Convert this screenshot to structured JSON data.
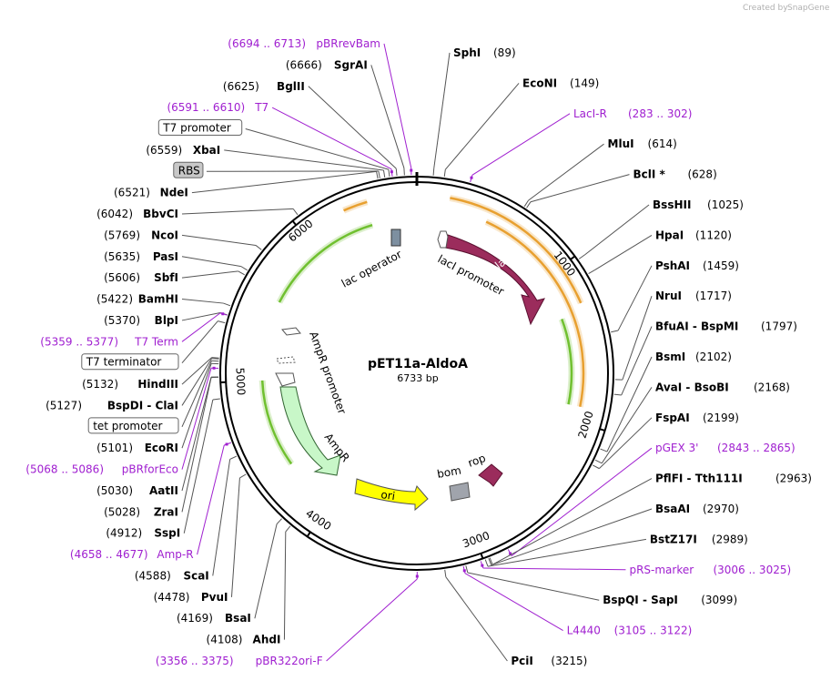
{
  "credit": {
    "text": "Created by",
    "brand": "SnapGene"
  },
  "plasmid": {
    "name": "pET11a-AldoA",
    "size_label": "6733 bp",
    "length": 6733
  },
  "ticks": [
    {
      "label": "1000",
      "bp": 1000
    },
    {
      "label": "2000",
      "bp": 2000
    },
    {
      "label": "3000",
      "bp": 3000
    },
    {
      "label": "4000",
      "bp": 4000
    },
    {
      "label": "5000",
      "bp": 5000
    },
    {
      "label": "6000",
      "bp": 6000
    }
  ],
  "sites_right": [
    {
      "name": "SphI",
      "pos": "(89)",
      "bp": 89
    },
    {
      "name": "EcoNI",
      "pos": "(149)",
      "bp": 149
    },
    {
      "name": "LacI-R",
      "pos": "(283 .. 302)",
      "bp": 292,
      "primer": true
    },
    {
      "name": "MluI",
      "pos": "(614)",
      "bp": 614
    },
    {
      "name": "BclI *",
      "pos": "(628)",
      "bp": 628
    },
    {
      "name": "BssHII",
      "pos": "(1025)",
      "bp": 1025
    },
    {
      "name": "HpaI",
      "pos": "(1120)",
      "bp": 1120
    },
    {
      "name": "PshAI",
      "pos": "(1459)",
      "bp": 1459
    },
    {
      "name": "NruI",
      "pos": "(1717)",
      "bp": 1717
    },
    {
      "name": "BfuAI - BspMI",
      "pos": "(1797)",
      "bp": 1797
    },
    {
      "name": "BsmI",
      "pos": "(2102)",
      "bp": 2102
    },
    {
      "name": "AvaI - BsoBI",
      "pos": "(2168)",
      "bp": 2168
    },
    {
      "name": "FspAI",
      "pos": "(2199)",
      "bp": 2199
    },
    {
      "name": "pGEX 3'",
      "pos": "(2843 .. 2865)",
      "bp": 2854,
      "primer": true
    },
    {
      "name": "PflFI - Tth111I",
      "pos": "(2963)",
      "bp": 2963
    },
    {
      "name": "BsaAI",
      "pos": "(2970)",
      "bp": 2970
    },
    {
      "name": "BstZ17I",
      "pos": "(2989)",
      "bp": 2989
    },
    {
      "name": "pRS-marker",
      "pos": "(3006 .. 3025)",
      "bp": 3015,
      "primer": true
    },
    {
      "name": "BspQI - SapI",
      "pos": "(3099)",
      "bp": 3099
    },
    {
      "name": "L4440",
      "pos": "(3105 .. 3122)",
      "bp": 3113,
      "primer": true
    },
    {
      "name": "PciI",
      "pos": "(3215)",
      "bp": 3215
    }
  ],
  "sites_left": [
    {
      "name": "pBRrevBam",
      "pos": "(6694 .. 6713)",
      "bp": 6703,
      "primer": true
    },
    {
      "name": "SgrAI",
      "pos": "(6666)",
      "bp": 6666
    },
    {
      "name": "BglII",
      "pos": "(6625)",
      "bp": 6625
    },
    {
      "name": "T7",
      "pos": "(6591 .. 6610)",
      "bp": 6600,
      "primer": true
    },
    {
      "name": "T7 promoter",
      "boxed": true,
      "bp": 6585
    },
    {
      "name": "XbaI",
      "pos": "(6559)",
      "bp": 6559
    },
    {
      "name": "RBS",
      "boxed": true,
      "shaded": true,
      "bp": 6532
    },
    {
      "name": "NdeI",
      "pos": "(6521)",
      "bp": 6521
    },
    {
      "name": "BbvCI",
      "pos": "(6042)",
      "bp": 6042
    },
    {
      "name": "NcoI",
      "pos": "(5769)",
      "bp": 5769
    },
    {
      "name": "PasI",
      "pos": "(5635)",
      "bp": 5635
    },
    {
      "name": "SbfI",
      "pos": "(5606)",
      "bp": 5606
    },
    {
      "name": "BamHI",
      "pos": "(5422)",
      "bp": 5422
    },
    {
      "name": "BlpI",
      "pos": "(5370)",
      "bp": 5370
    },
    {
      "name": "T7 Term",
      "pos": "(5359 .. 5377)",
      "bp": 5368,
      "primer": true
    },
    {
      "name": "T7 terminator",
      "boxed": true,
      "bp": 5325
    },
    {
      "name": "HindIII",
      "pos": "(5132)",
      "bp": 5132
    },
    {
      "name": "BspDI - ClaI",
      "pos": "(5127)",
      "bp": 5127
    },
    {
      "name": "tet promoter",
      "boxed": true,
      "bp": 5115
    },
    {
      "name": "EcoRI",
      "pos": "(5101)",
      "bp": 5101
    },
    {
      "name": "pBRforEco",
      "pos": "(5068 .. 5086)",
      "bp": 5077,
      "primer": true
    },
    {
      "name": "AatII",
      "pos": "(5030)",
      "bp": 5030
    },
    {
      "name": "ZraI",
      "pos": "(5028)",
      "bp": 5028
    },
    {
      "name": "SspI",
      "pos": "(4912)",
      "bp": 4912
    },
    {
      "name": "Amp-R",
      "pos": "(4658 .. 4677)",
      "bp": 4667,
      "primer": true
    },
    {
      "name": "ScaI",
      "pos": "(4588)",
      "bp": 4588
    },
    {
      "name": "PvuI",
      "pos": "(4478)",
      "bp": 4478
    },
    {
      "name": "BsaI",
      "pos": "(4169)",
      "bp": 4169
    },
    {
      "name": "AhdI",
      "pos": "(4108)",
      "bp": 4108
    },
    {
      "name": "pBR322ori-F",
      "pos": "(3356 .. 3375)",
      "bp": 3365,
      "primer": true
    }
  ],
  "features": [
    {
      "name": "lacI",
      "start": 480,
      "end": 1560,
      "color": "#9b2c5c"
    },
    {
      "name": "lacI promoter",
      "start": 300,
      "end": 430
    },
    {
      "name": "lac operator",
      "start": 6520,
      "end": 6600
    },
    {
      "name": "AmpR promoter",
      "start": 5120,
      "end": 5260
    },
    {
      "name": "AmpR",
      "start": 4300,
      "end": 5000,
      "color": "#c8f7c8"
    },
    {
      "name": "ori",
      "start": 3500,
      "end": 4100,
      "color": "#ffff00"
    },
    {
      "name": "bom",
      "color": "#a0a4ac"
    },
    {
      "name": "rop",
      "color": "#9b2c5c"
    }
  ],
  "colors": {
    "primer": "#a020d0",
    "orange_arc": "#e8a030",
    "green_arc": "#70c030",
    "backbone": "#000000"
  }
}
